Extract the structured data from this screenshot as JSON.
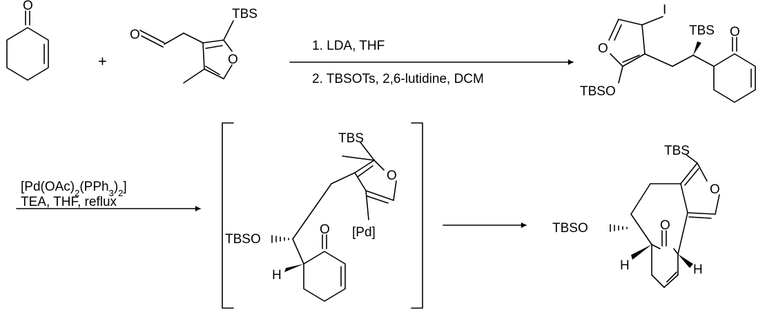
{
  "scheme": {
    "plus": "+",
    "step1": {
      "condition_1": "1. LDA, THF",
      "condition_2": "2. TBSOTs, 2,6-lutidine, DCM"
    },
    "step2": {
      "catalyst_line": "[Pd(OAc)2(PPh3)2]",
      "condition_line": "TEA, THF, reflux"
    }
  },
  "labels": {
    "oxygen": "O",
    "iodine": "I",
    "tbs": "TBS",
    "tbso": "TBSO",
    "palladium": "[Pd]",
    "hydrogen": "H"
  }
}
